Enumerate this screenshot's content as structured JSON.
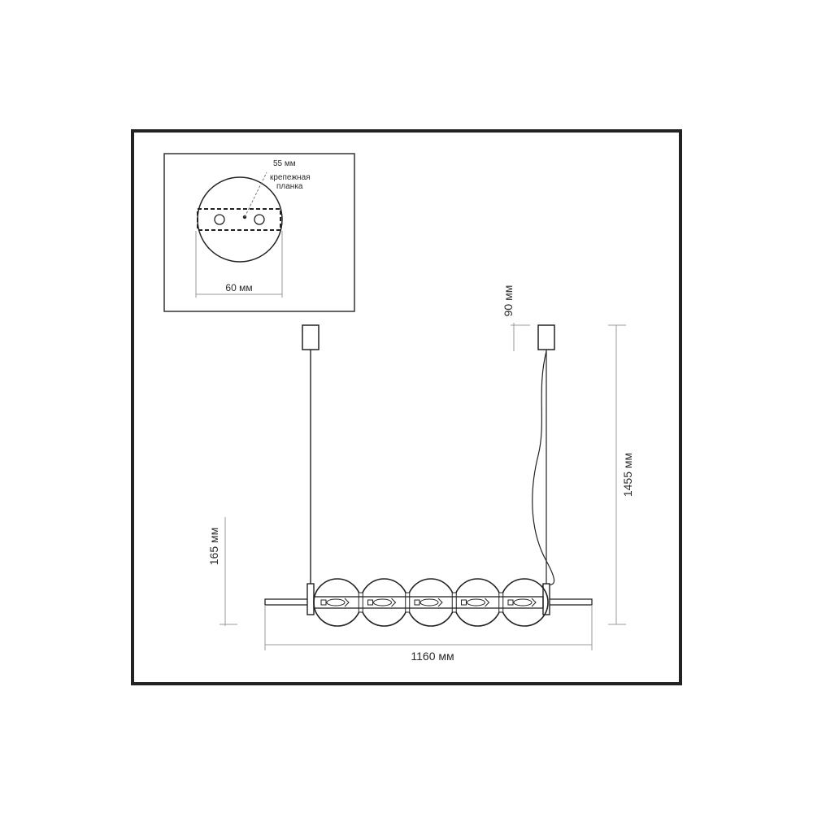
{
  "diagram": {
    "inset": {
      "label_55": "55 мм",
      "label_bracket_line1": "крепежная",
      "label_bracket_line2": "планка",
      "label_60": "60 мм"
    },
    "dimensions": {
      "canopy_height": "90 мм",
      "overall_height": "1455 мм",
      "body_height": "165 мм",
      "overall_width": "1160 мм"
    },
    "shade_count": 5,
    "colors": {
      "frame": "#222222",
      "dimension": "#9a9a9a",
      "text": "#2a2a2a"
    }
  }
}
